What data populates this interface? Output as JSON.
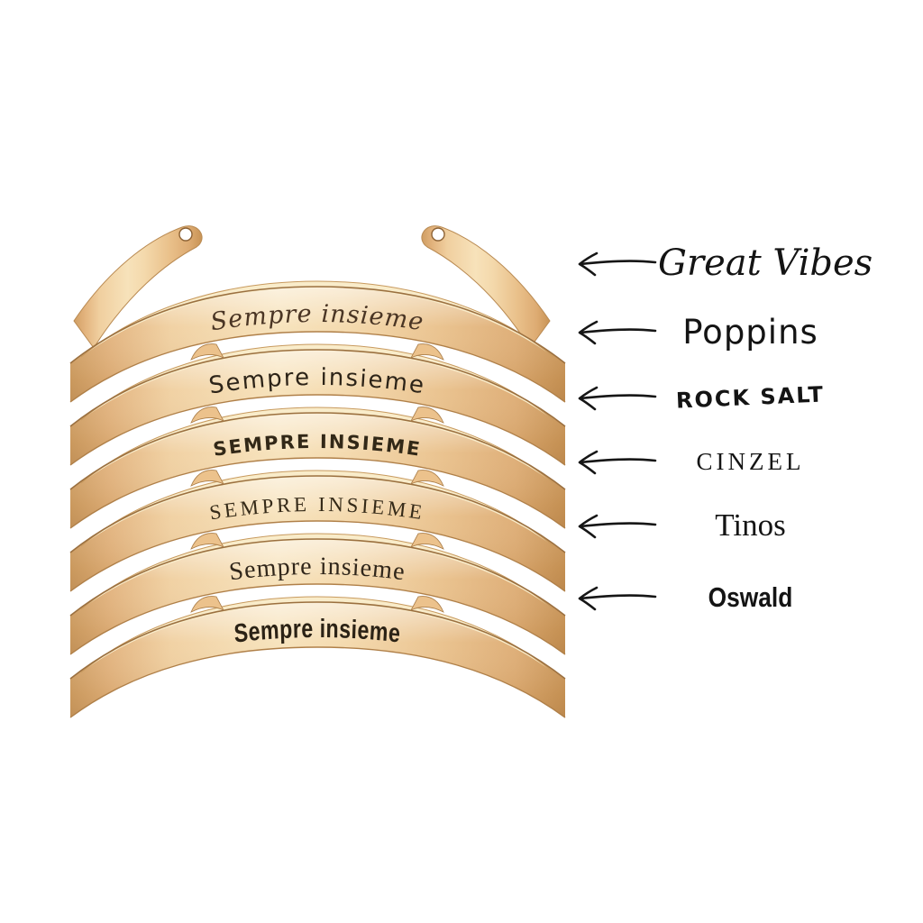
{
  "bracelets": [
    {
      "font_label": "Great Vibes",
      "engraving": "Sempre insieme"
    },
    {
      "font_label": "Poppins",
      "engraving": "Sempre insieme"
    },
    {
      "font_label": "ROCK SALT",
      "engraving": "SEMPRE INSIEME"
    },
    {
      "font_label": "CINZEL",
      "engraving": "SEMPRE INSIEME"
    },
    {
      "font_label": "Tinos",
      "engraving": "Sempre insieme"
    },
    {
      "font_label": "Oswald",
      "engraving": "Sempre insieme"
    }
  ],
  "icons": {
    "arrow_left": "hand-drawn left arrow"
  },
  "colors": {
    "background": "#ffffff",
    "gold_highlight": "#f9ecca",
    "gold_light": "#f7e2ba",
    "gold_mid": "#eac28c",
    "gold_deep": "#d9a465",
    "gold_edge": "#9b7040",
    "engraving_ink": "#352a18",
    "label_ink": "#141414"
  }
}
